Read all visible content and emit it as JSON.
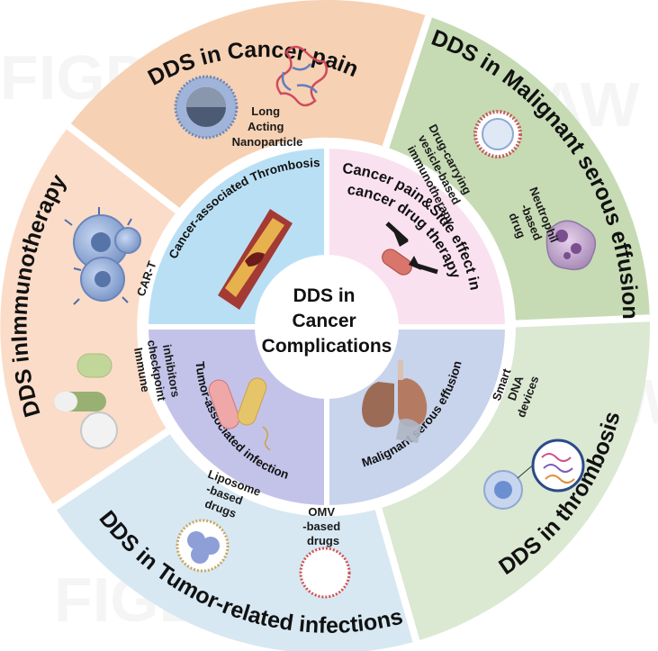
{
  "center": {
    "lines": [
      "DDS in",
      "Cancer",
      "Complications"
    ]
  },
  "outer_sections": {
    "cancer_pain": {
      "title": "DDS in Cancer pain",
      "items": [
        "Long",
        "Acting",
        "Nanoparticle"
      ]
    },
    "malignant_effusion": {
      "title": "DDS in Malignant serous effusion",
      "item_a": [
        "Drug-carrying",
        "vesicle-based",
        "immunotherapy"
      ],
      "item_b": [
        "Neutrophil",
        "-based",
        "drug"
      ]
    },
    "thrombosis": {
      "title": "DDS in thrombosis",
      "item": [
        "Smart",
        "DNA",
        "devices"
      ]
    },
    "infections": {
      "title": "DDS in Tumor-related infections",
      "item_a": [
        "Liposome",
        "-based",
        "drugs"
      ],
      "item_b": [
        "OMV",
        "-based",
        "drugs"
      ]
    },
    "immunotherapy": {
      "title": "DDS inImmunotherapy",
      "item_a": "CAR-T",
      "item_b": [
        "Immune",
        "checkpoint",
        "inhibitors"
      ]
    }
  },
  "inner_sections": {
    "top_left": "Cancer-associated Thrombosis",
    "top_right": [
      "Cancer pain&Side effect in",
      "cancer drug therapy"
    ],
    "bottom_left": [
      "Tumor-associated infection"
    ],
    "bottom_right": "Malignant serous effusion"
  },
  "watermark": "FIGDRAW",
  "colors": {
    "cancer_pain": "#f7d1b4",
    "malignant_effusion": "#c6dbb4",
    "thrombosis": "#dbe8d2",
    "infections": "#d7e8f3",
    "immunotherapy": "#fbdcc8",
    "inner_top_left": "#b9dff5",
    "inner_top_right": "#f9e1ef",
    "inner_bottom_left": "#c3c3ea",
    "inner_bottom_right": "#c8d3ec"
  }
}
